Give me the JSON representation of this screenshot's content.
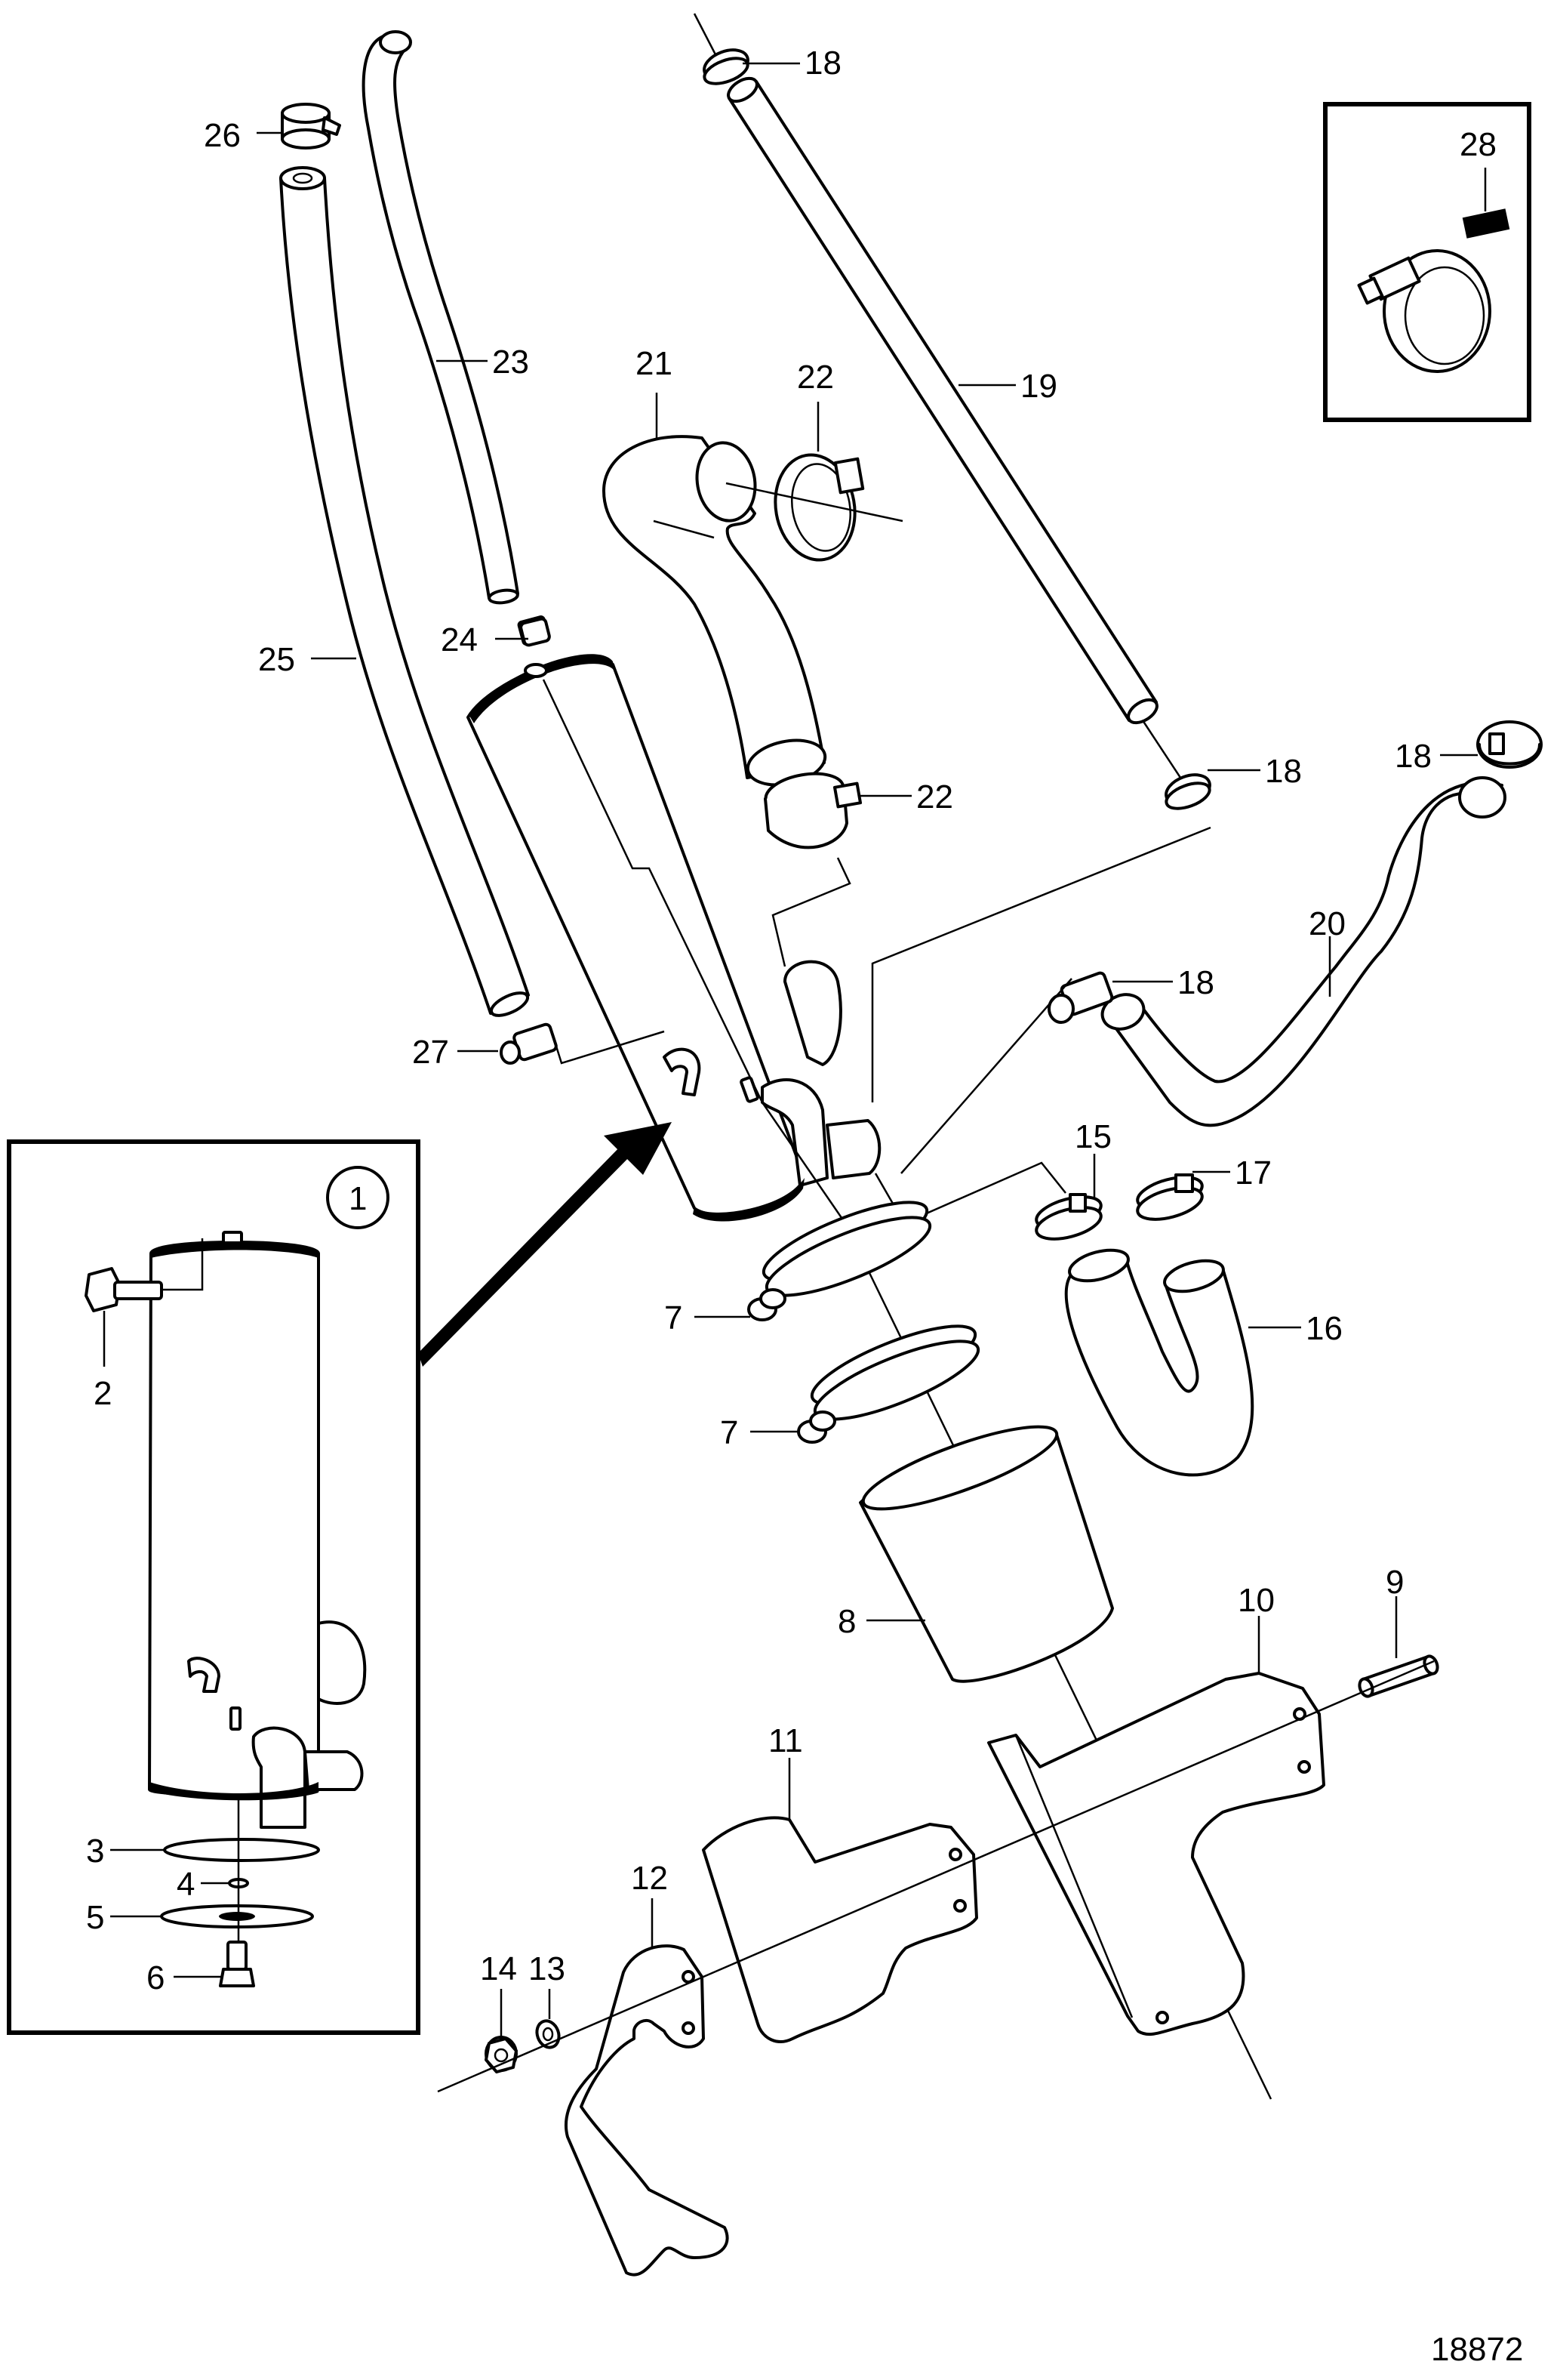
{
  "figure_id": "18872",
  "inset_callout": "1",
  "callouts": {
    "c2": "2",
    "c3": "3",
    "c4": "4",
    "c5": "5",
    "c6": "6",
    "c7a": "7",
    "c7b": "7",
    "c8": "8",
    "c9": "9",
    "c10": "10",
    "c11": "11",
    "c12": "12",
    "c13": "13",
    "c14": "14",
    "c15": "15",
    "c16": "16",
    "c17": "17",
    "c18a": "18",
    "c18b": "18",
    "c18c": "18",
    "c18d": "18",
    "c19": "19",
    "c20": "20",
    "c21": "21",
    "c22a": "22",
    "c22b": "22",
    "c23": "23",
    "c24": "24",
    "c25": "25",
    "c26": "26",
    "c27": "27",
    "c28": "28"
  }
}
